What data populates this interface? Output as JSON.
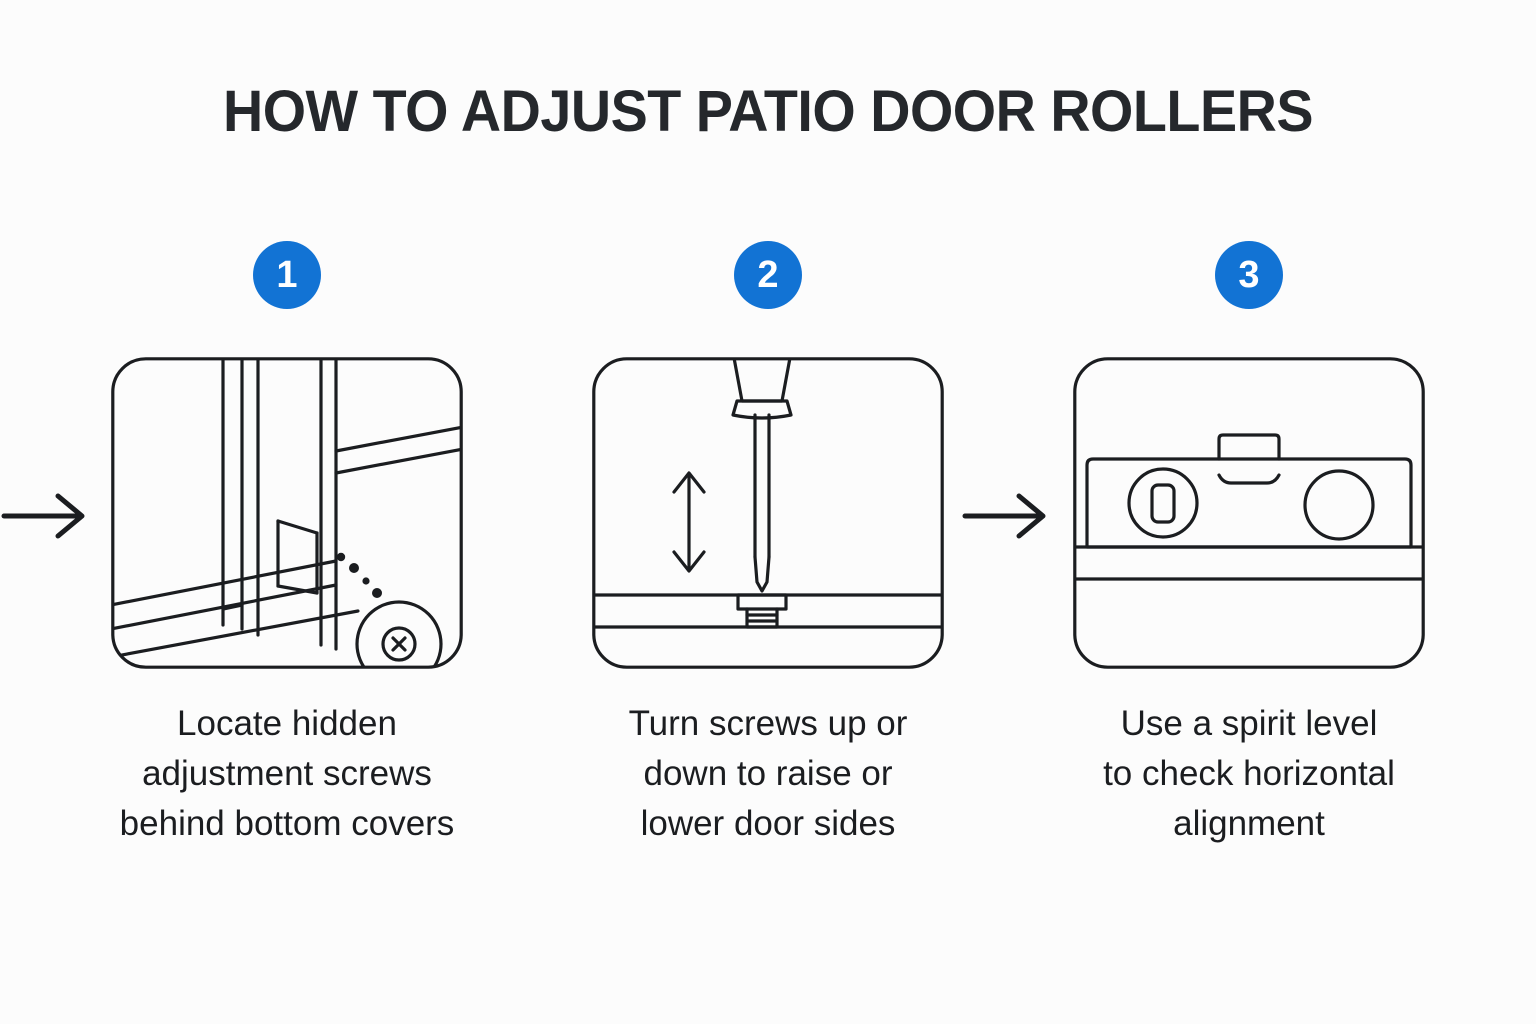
{
  "title": "HOW TO ADJUST PATIO DOOR ROLLERS",
  "colors": {
    "background": "#fcfcfc",
    "title_text": "#25282c",
    "badge_fill": "#1273d4",
    "badge_text": "#ffffff",
    "line_art": "#1b1d20",
    "caption_text": "#1b1d20",
    "arrow": "#1b1d20"
  },
  "steps": [
    {
      "number": "1",
      "caption": "Locate hidden\nadjustment screws\nbehind bottom covers",
      "illustration": "patio-door-frame-with-screw-access-hole"
    },
    {
      "number": "2",
      "caption": "Turn screws up or\ndown to raise or\nlower door sides",
      "illustration": "screwdriver-turning-adjustment-screw-with-up-down-arrow"
    },
    {
      "number": "3",
      "caption": "Use a spirit level\nto check horizontal\nalignment",
      "illustration": "spirit-level-on-door-rail"
    }
  ],
  "connectors": [
    {
      "icon": "arrow-right-icon"
    },
    {
      "icon": "arrow-right-icon"
    }
  ]
}
